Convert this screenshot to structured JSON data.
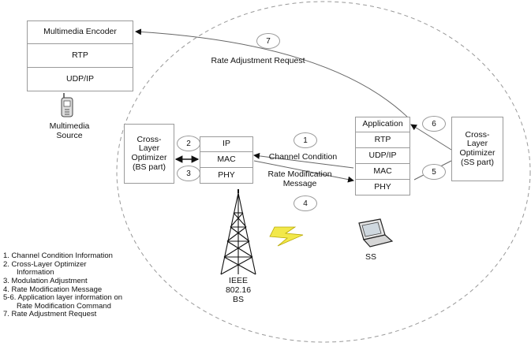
{
  "left_stack": [
    "Multimedia Encoder",
    "RTP",
    "UDP/IP"
  ],
  "source_label": "Multimedia\nSource",
  "bs_optimizer": "Cross-\nLayer\nOptimizer\n(BS part)",
  "bs_stack": [
    "IP",
    "MAC",
    "PHY"
  ],
  "ss_stack": [
    "Application",
    "RTP",
    "UDP/IP",
    "MAC",
    "PHY"
  ],
  "ss_optimizer": "Cross-\nLayer\nOptimizer\n(SS part)",
  "labels": {
    "rate_adjustment": "Rate Adjustment Request",
    "channel_condition": "Channel Condition",
    "rate_modification": "Rate Modification\nMessage",
    "bs": "IEEE\n802.16\nBS",
    "ss": "SS"
  },
  "steps": [
    "7",
    "1",
    "2",
    "3",
    "4",
    "5",
    "6"
  ],
  "legend": [
    {
      "first": "1. Channel Condition Information"
    },
    {
      "first": "2. Cross-Layer Optimizer",
      "cont": "Information"
    },
    {
      "first": "3. Modulation Adjustment"
    },
    {
      "first": "4. Rate Modification Message"
    },
    {
      "first": "5-6. Application layer information on",
      "cont": "Rate Modification Command"
    },
    {
      "first": "7. Rate Adjustment Request"
    }
  ]
}
